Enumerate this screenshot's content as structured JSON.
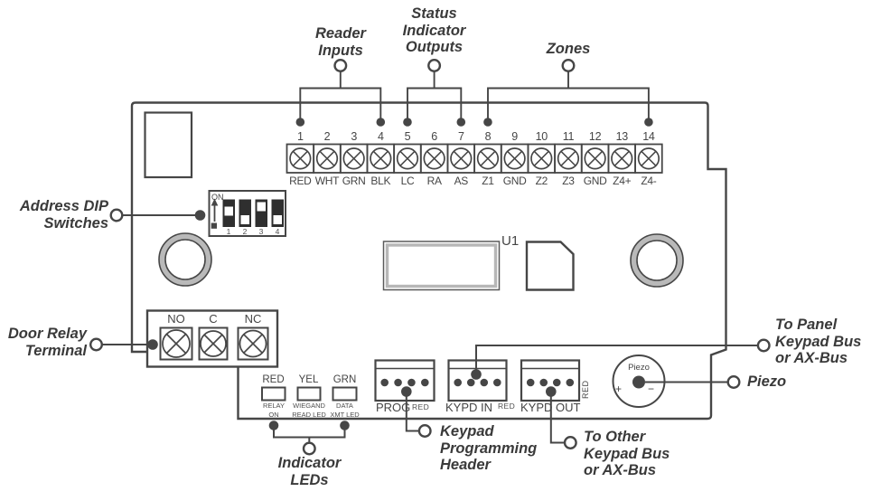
{
  "callouts": {
    "reader_inputs": {
      "line1": "Reader",
      "line2": "Inputs"
    },
    "status_outputs": {
      "line1": "Status",
      "line2": "Indicator",
      "line3": "Outputs"
    },
    "zones": {
      "line1": "Zones"
    },
    "address_dip": {
      "line1": "Address DIP",
      "line2": "Switches"
    },
    "door_relay": {
      "line1": "Door Relay",
      "line2": "Terminal"
    },
    "to_panel": {
      "line1": "To Panel",
      "line2": "Keypad Bus",
      "line3": "or AX-Bus"
    },
    "piezo": {
      "line1": "Piezo"
    },
    "keypad_header": {
      "line1": "Keypad",
      "line2": "Programming",
      "line3": "Header"
    },
    "to_other": {
      "line1": "To Other",
      "line2": "Keypad Bus",
      "line3": "or AX-Bus"
    },
    "indicator_leds": {
      "line1": "Indicator",
      "line2": "LEDs"
    }
  },
  "terminal_strip": {
    "numbers": [
      "1",
      "2",
      "3",
      "4",
      "5",
      "6",
      "7",
      "8",
      "9",
      "10",
      "11",
      "12",
      "13",
      "14"
    ],
    "labels": [
      "RED",
      "WHT",
      "GRN",
      "BLK",
      "LC",
      "RA",
      "AS",
      "Z1",
      "GND",
      "Z2",
      "Z3",
      "GND",
      "Z4+",
      "Z4-"
    ],
    "bracket_anchor_terminals": [
      1,
      4,
      5,
      7,
      8,
      14
    ]
  },
  "dip": {
    "on_label": "ON",
    "numbers": [
      "1",
      "2",
      "3",
      "4"
    ]
  },
  "relay": {
    "no": "NO",
    "c": "C",
    "nc": "NC"
  },
  "leds": {
    "red": {
      "name": "RED",
      "sub1": "RELAY",
      "sub2": "ON"
    },
    "yel": {
      "name": "YEL",
      "sub1": "WIEGAND",
      "sub2": "READ LED"
    },
    "grn": {
      "name": "GRN",
      "sub1": "DATA",
      "sub2": "XMT LED"
    }
  },
  "headers": {
    "prog": {
      "label": "PROG",
      "tag": "RED"
    },
    "kypd_in": {
      "label": "KYPD IN",
      "tag": "RED"
    },
    "kypd_out": {
      "label": "KYPD OUT",
      "tag": "RED"
    }
  },
  "chip": {
    "label": "U1"
  },
  "piezo_component": {
    "label": "Piezo",
    "plus": "+",
    "minus": "−"
  },
  "colors": {
    "line": "#464646",
    "text": "#454545",
    "callout_text": "#3a3a3a",
    "hole_ring": "#b9b9b9",
    "switch_body": "#2f2f2f"
  }
}
